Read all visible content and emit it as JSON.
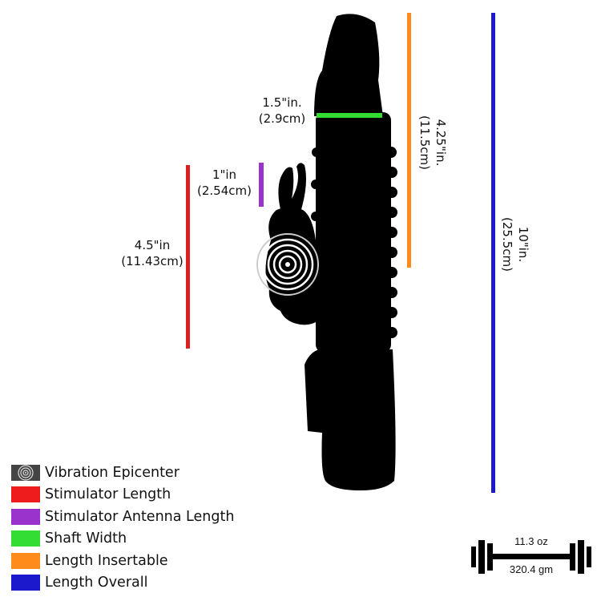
{
  "measurements": {
    "shaft_width": {
      "inches": "1.5\"in.",
      "cm": "(2.9cm)",
      "color": "#33dd33"
    },
    "stimulator_antenna_length": {
      "inches": "1\"in",
      "cm": "(2.54cm)",
      "color": "#9933cc"
    },
    "stimulator_length": {
      "inches": "4.5\"in",
      "cm": "(11.43cm)",
      "color": "#dd1f1f"
    },
    "length_insertable": {
      "inches": "4.25\"in.",
      "cm": "(11.5cm)",
      "color": "#ff8c1a"
    },
    "length_overall": {
      "inches": "10\"in.",
      "cm": "(25.5cm)",
      "color": "#1a1acc"
    }
  },
  "legend": [
    {
      "label": "Vibration Epicenter",
      "swatch": "vibration-icon",
      "color": "#444444"
    },
    {
      "label": "Stimulator Length",
      "color": "#ee1c1c"
    },
    {
      "label": "Stimulator Antenna Length",
      "color": "#9933cc"
    },
    {
      "label": "Shaft Width",
      "color": "#33dd33"
    },
    {
      "label": "Length Insertable",
      "color": "#ff8c1a"
    },
    {
      "label": "Length Overall",
      "color": "#1a1acc"
    }
  ],
  "weight": {
    "oz": "11.3 oz",
    "gm": "320.4 gm",
    "icon": "dumbbell-icon"
  }
}
